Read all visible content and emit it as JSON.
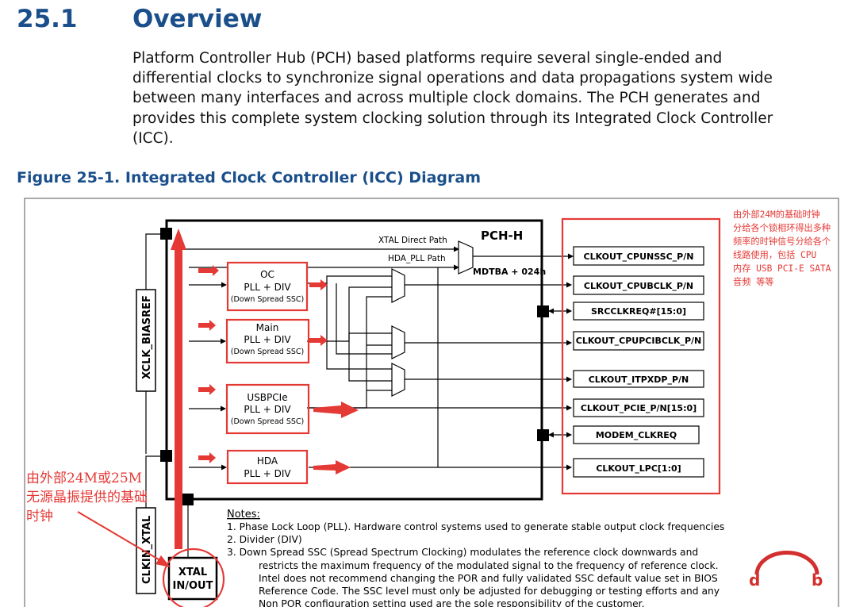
{
  "section": {
    "number": "25.1",
    "title": "Overview"
  },
  "paragraph": {
    "line1": "Platform Controller Hub (PCH) based platforms require several single-ended and",
    "line2": "differential clocks to synchronize signal operations and data propagations system wide",
    "line3": "between many interfaces and across multiple clock domains. The PCH generates and",
    "line4": "provides this complete system clocking solution through its Integrated Clock Controller",
    "line5": "(ICC)."
  },
  "figure": {
    "caption": "Figure 25-1. Integrated Clock Controller (ICC) Diagram",
    "pch_label": "PCH-H",
    "xtal_direct_label": "XTAL Direct Path",
    "hda_pll_label": "HDA_PLL Path",
    "mdtba_label": "MDTBA + 024h",
    "plls": [
      {
        "l1": "OC",
        "l2": "PLL + DIV",
        "l3": "(Down Spread SSC)"
      },
      {
        "l1": "Main",
        "l2": "PLL + DIV",
        "l3": "(Down Spread SSC)"
      },
      {
        "l1": "USBPCIe",
        "l2": "PLL + DIV",
        "l3": "(Down Spread SSC)"
      },
      {
        "l1": "HDA",
        "l2": "PLL + DIV"
      }
    ],
    "outputs": [
      "CLKOUT_CPUNSSC_P/N",
      "CLKOUT_CPUBCLK_P/N",
      "SRCCLKREQ#[15:0]",
      "CLKOUT_CPUPCIBCLK_P/N",
      "CLKOUT_ITPXDP_P/N",
      "CLKOUT_PCIE_P/N[15:0]",
      "MODEM_CLKREQ",
      "CLKOUT_LPC[1:0]"
    ],
    "xclk_biasref": "XCLK_BIASREF",
    "clkin_xtal": "CLKIN_XTAL",
    "xtal_inout": {
      "l1": "XTAL",
      "l2": "IN/OUT"
    },
    "notes": {
      "title": "Notes:",
      "n1": "1.  Phase Lock Loop (PLL).  Hardware control systems used to generate stable output clock frequencies",
      "n2": "2.  Divider (DIV)",
      "n3a": "3.  Down Spread SSC (Spread Spectrum Clocking) modulates the reference clock downwards and",
      "n3b": "restricts the maximum frequency of the modulated signal to the frequency of reference clock.",
      "n3c": "Intel does not recommend changing the POR and fully validated SSC default value set in BIOS",
      "n3d": "Reference Code. The SSC level must only be adjusted for debugging or testing efforts and any",
      "n3e": "Non POR configuration setting used are the sole responsibility of the customer."
    }
  },
  "annotations": {
    "right": [
      "由外部24M的基础时钟",
      "分给各个锁相环得出多种",
      "频率的时钟信号分给各个",
      "线路使用，包括 CPU",
      "内存 USB PCI-E SATA",
      "音频 等等"
    ],
    "left": [
      "由外部24M或25M",
      "无源晶振提供的基础",
      "时钟"
    ],
    "color": "#e53935"
  },
  "logo": {
    "left_letter": "d",
    "right_letter": "b",
    "color": "#d32f2f"
  },
  "colors": {
    "heading": "#1a4f8b",
    "text": "#111111",
    "annotation": "#e53935"
  }
}
